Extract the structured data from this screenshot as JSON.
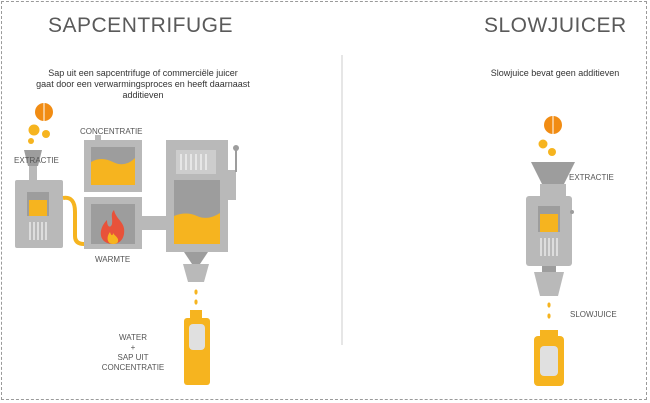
{
  "left": {
    "title": "SAPCENTRIFUGE",
    "description_lines": [
      "Sap uit een sapcentrifuge of commerciële juicer",
      "gaat door een verwarmingsproces en heeft daarnaast",
      "additieven"
    ],
    "labels": {
      "concentratie": "CONCENTRATIE",
      "extractie": "EXTRACTIE",
      "warmte": "WARMTE",
      "result_lines": [
        "WATER",
        "+",
        "SAP UIT",
        "CONCENTRATIE"
      ]
    }
  },
  "right": {
    "title": "SLOWJUICER",
    "description": "Slowjuice bevat geen additieven",
    "labels": {
      "extractie": "EXTRACTIE",
      "slowjuice": "SLOWJUICE"
    }
  },
  "colors": {
    "machine_gray": "#b9b9b9",
    "machine_dark": "#9d9d9d",
    "juice_yellow": "#f6b41f",
    "orange": "#f18c13",
    "flame_red": "#e8523a",
    "divider": "#cccccc"
  }
}
